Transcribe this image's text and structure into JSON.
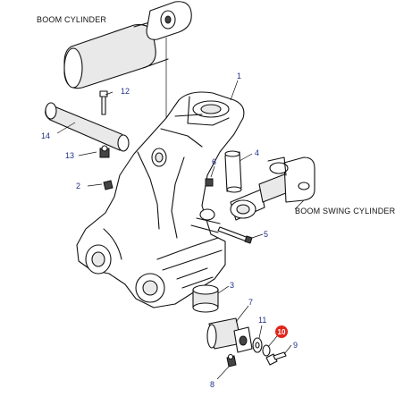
{
  "labels": {
    "boom_cylinder": "BOOM CYLINDER",
    "boom_swing_cylinder": "BOOM SWING CYLINDER"
  },
  "parts": [
    {
      "num": "1"
    },
    {
      "num": "2"
    },
    {
      "num": "3"
    },
    {
      "num": "4"
    },
    {
      "num": "5"
    },
    {
      "num": "6"
    },
    {
      "num": "7"
    },
    {
      "num": "8"
    },
    {
      "num": "9"
    },
    {
      "num": "10"
    },
    {
      "num": "11"
    },
    {
      "num": "12"
    },
    {
      "num": "13"
    },
    {
      "num": "14"
    }
  ],
  "highlight": {
    "part": "10",
    "color": "#e0251b"
  },
  "colors": {
    "callout_text": "#1e2f8a",
    "line": "#111111"
  }
}
